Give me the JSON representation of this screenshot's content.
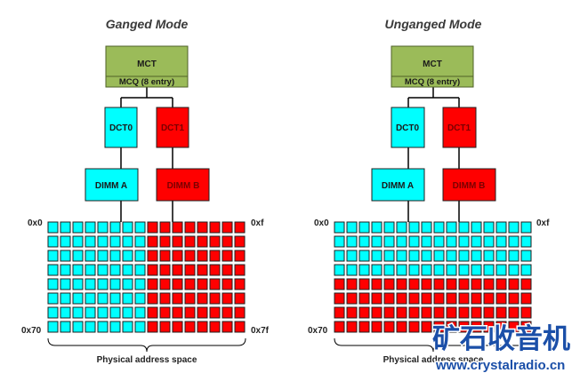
{
  "colors": {
    "mct_fill": "#9bbb59",
    "mct_stroke": "#4f6228",
    "channel_a": "#00ffff",
    "channel_b": "#ff0000",
    "cell_stroke": "#1f1f1f",
    "line": "#000000",
    "watermark": "#1b4fa8"
  },
  "panels": [
    {
      "id": "ganged",
      "title": "Ganged Mode",
      "mct": {
        "label": "MCT",
        "sub_label": "MCQ (8 entry)"
      },
      "dct0": {
        "label": "DCT0"
      },
      "dct1": {
        "label": "DCT1"
      },
      "dimm_a": {
        "label": "DIMM A"
      },
      "dimm_b": {
        "label": "DIMM B"
      },
      "address_map": {
        "rows": 8,
        "cols": 16,
        "layout": "split-columns",
        "a_cols": 8,
        "a_rows": 0,
        "labels": {
          "top_left": "0x0",
          "top_right": "0xf",
          "bottom_left": "0x70",
          "bottom_right": "0x7f"
        },
        "caption": "Physical address space"
      }
    },
    {
      "id": "unganged",
      "title": "Unganged Mode",
      "mct": {
        "label": "MCT",
        "sub_label": "MCQ (8 entry)"
      },
      "dct0": {
        "label": "DCT0"
      },
      "dct1": {
        "label": "DCT1"
      },
      "dimm_a": {
        "label": "DIMM A"
      },
      "dimm_b": {
        "label": "DIMM B"
      },
      "address_map": {
        "rows": 8,
        "cols": 16,
        "layout": "split-rows",
        "a_cols": 0,
        "a_rows": 4,
        "labels": {
          "top_left": "0x0",
          "top_right": "0xf",
          "bottom_left": "0x70",
          "bottom_right": ""
        },
        "caption": "Physical address space"
      }
    }
  ],
  "watermark": {
    "brand": "矿石收音机",
    "url": "www.crystalradio.cn"
  }
}
